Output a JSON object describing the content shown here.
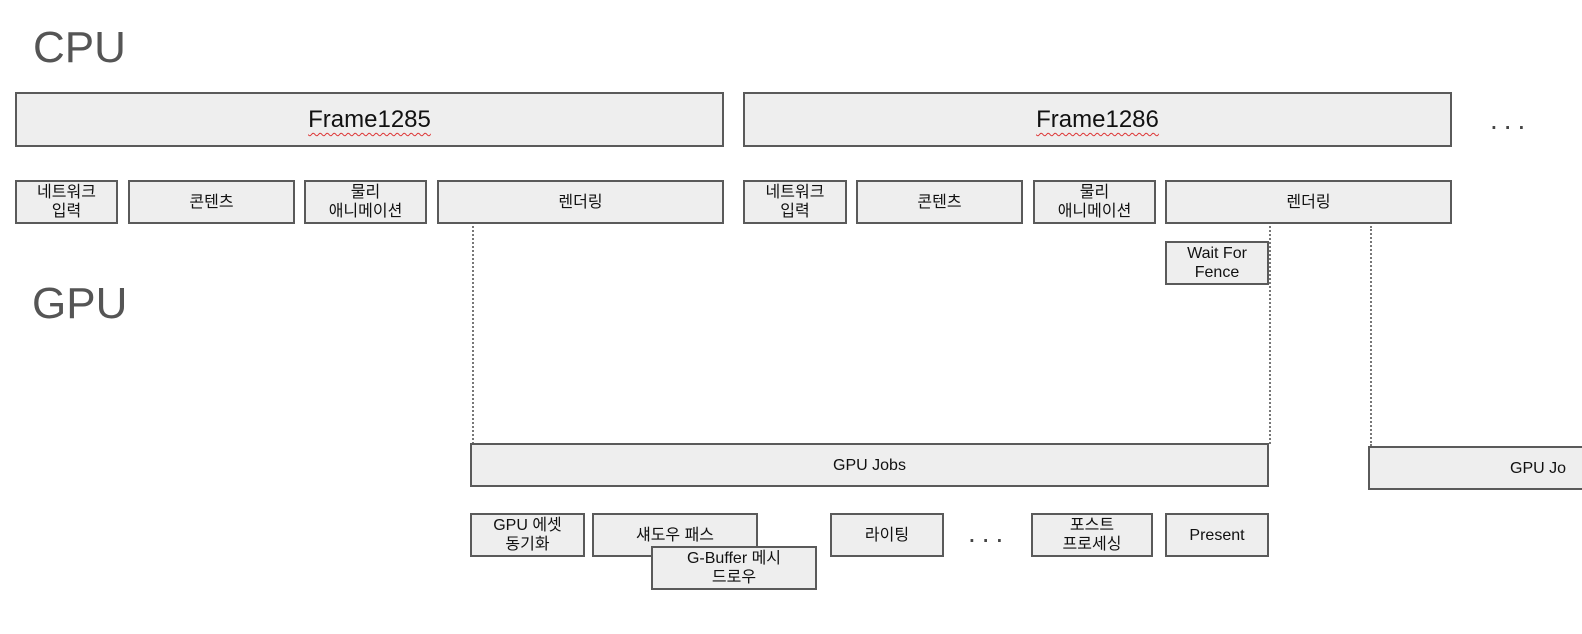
{
  "labels": {
    "cpu": "CPU",
    "gpu": "GPU"
  },
  "frames": [
    "Frame1285",
    "Frame1286"
  ],
  "cpu_tasks_1": [
    "네트워크\n입력",
    "콘텐츠",
    "물리\n애니메이션",
    "렌더링"
  ],
  "cpu_tasks_2": [
    "네트워크\n입력",
    "콘텐츠",
    "물리\n애니메이션",
    "렌더링"
  ],
  "wait_fence": "Wait For\nFence",
  "gpu_jobs": [
    "GPU Jobs",
    "GPU Jo"
  ],
  "gpu_tasks": [
    "GPU 에셋\n동기화",
    "섀도우 패스",
    "G-Buffer 메시\n드로우",
    "라이팅",
    "포스트\n프로세싱",
    "Present"
  ],
  "ellipsis": "...",
  "colors": {
    "box_fill": "#eeeeee",
    "box_border": "#5a5a5a",
    "label": "#555555",
    "dotted_line": "#777777"
  }
}
